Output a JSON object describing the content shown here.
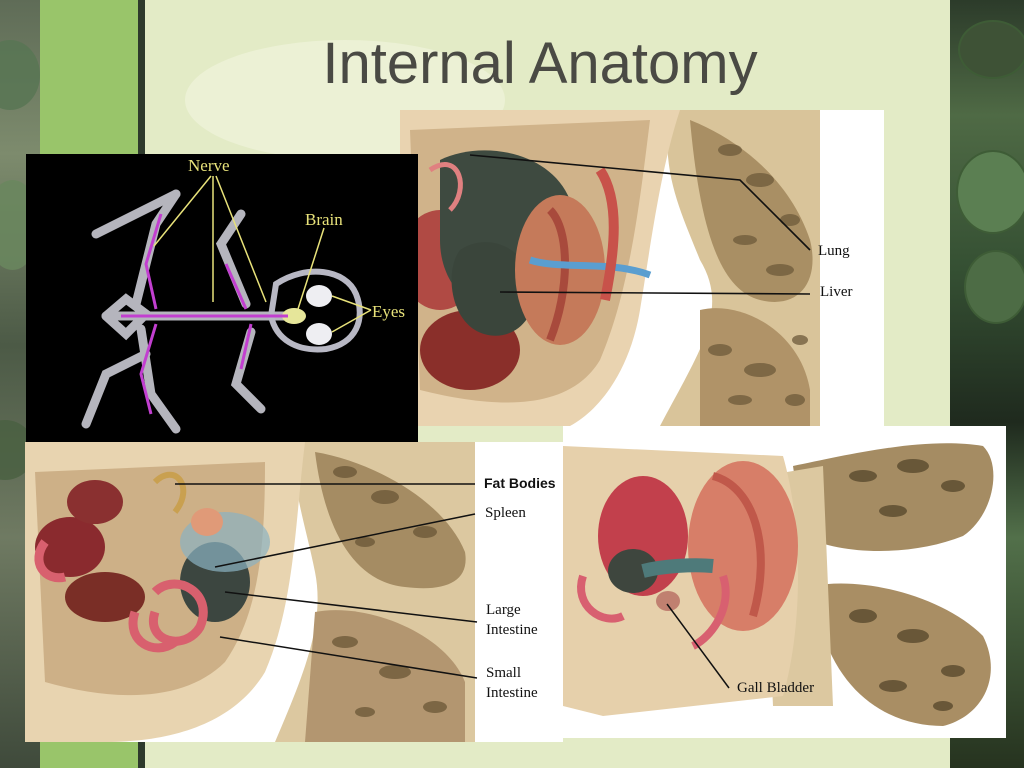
{
  "slide": {
    "title": "Internal Anatomy"
  },
  "photos": {
    "xray": {
      "labels": {
        "nerve": "Nerve",
        "brain": "Brain",
        "eyes": "Eyes"
      }
    },
    "top_dissection": {
      "labels": {
        "lung": "Lung",
        "liver": "Liver"
      }
    },
    "bottom_left_dissection": {
      "labels": {
        "fat_bodies": "Fat Bodies",
        "spleen": "Spleen",
        "large_intestine_1": "Large",
        "large_intestine_2": "Intestine",
        "small_intestine_1": "Small",
        "small_intestine_2": "Intestine"
      }
    },
    "bottom_right_dissection": {
      "labels": {
        "gall_bladder": "Gall Bladder"
      }
    }
  },
  "colors": {
    "accent_green": "#99c56a",
    "panel": "#e3ebc6",
    "title_text": "#4a4a44",
    "xray_label": "#e8e27a",
    "nerve_magenta": "#c23fd0"
  }
}
